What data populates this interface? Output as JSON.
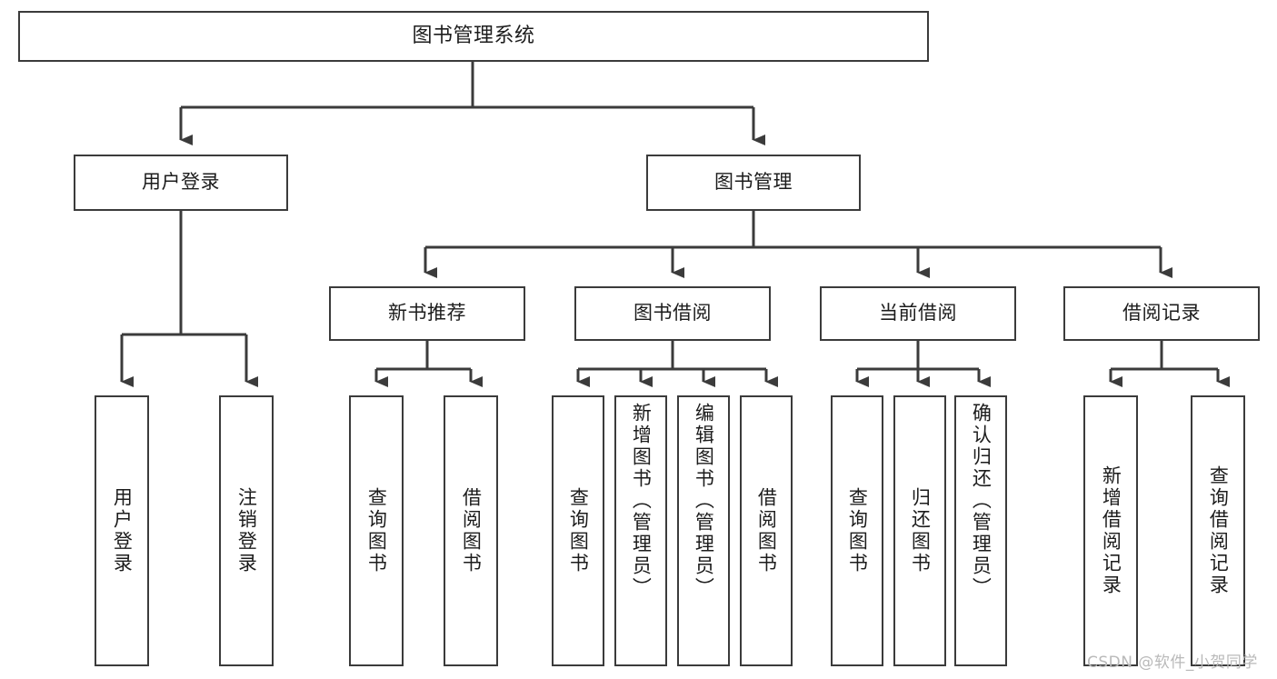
{
  "diagram": {
    "title": "图书管理系统",
    "root": {
      "label": "图书管理系统"
    },
    "level2": [
      {
        "label": "用户登录"
      },
      {
        "label": "图书管理"
      }
    ],
    "level3": [
      {
        "label": "新书推荐"
      },
      {
        "label": "图书借阅"
      },
      {
        "label": "当前借阅"
      },
      {
        "label": "借阅记录"
      }
    ],
    "leaves": {
      "user_login": [
        {
          "label": "用户登录"
        },
        {
          "label": "注销登录"
        }
      ],
      "new_book_recommend": [
        {
          "label": "查询图书"
        },
        {
          "label": "借阅图书"
        }
      ],
      "book_borrow": [
        {
          "label": "查询图书"
        },
        {
          "label": "新增图书（管理员）"
        },
        {
          "label": "编辑图书（管理员）"
        },
        {
          "label": "借阅图书"
        }
      ],
      "current_borrow": [
        {
          "label": "查询图书"
        },
        {
          "label": "归还图书"
        },
        {
          "label": "确认归还（管理员）"
        }
      ],
      "borrow_record": [
        {
          "label": "新增借阅记录"
        },
        {
          "label": "查询借阅记录"
        }
      ]
    }
  },
  "watermark": {
    "text": "CSDN @软件_小贺同学"
  },
  "colors": {
    "stroke": "#3b3b3b",
    "text": "#1c1c1c",
    "background": "#ffffff",
    "watermark": "#b9b9b9"
  }
}
